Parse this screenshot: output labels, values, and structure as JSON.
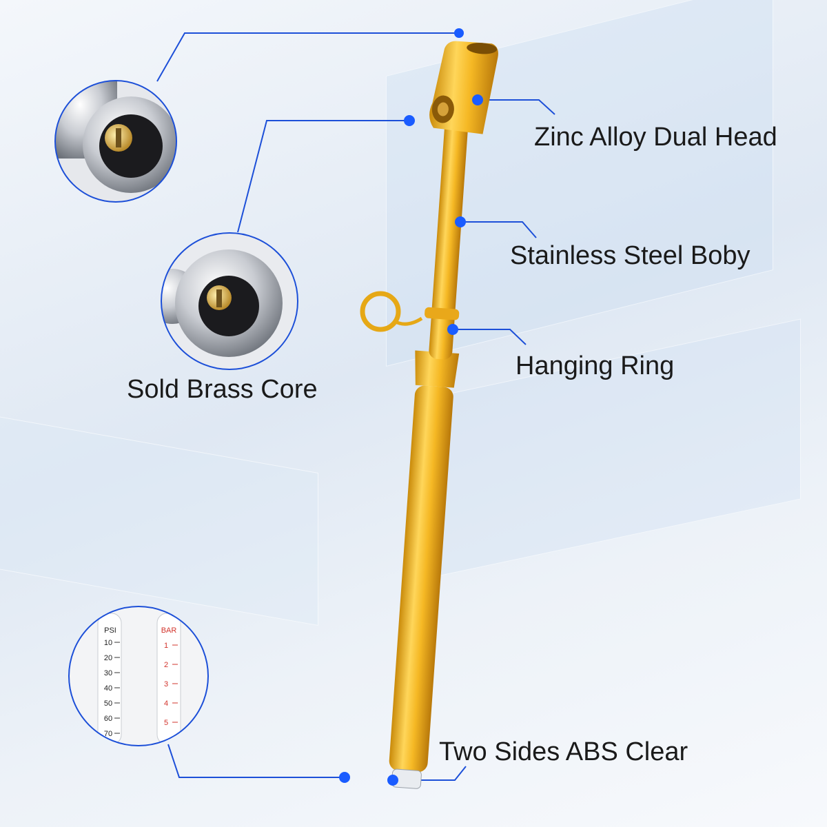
{
  "labels": {
    "zinc": "Zinc Alloy Dual Head",
    "steel": "Stainless Steel Boby",
    "ring": "Hanging Ring",
    "brass": "Sold Brass Core",
    "abs": "Two Sides ABS Clear"
  },
  "gauge_scale": {
    "psi_label": "PSI",
    "bar_label": "BAR",
    "psi_ticks": [
      "10",
      "20",
      "30",
      "40",
      "50",
      "60",
      "70"
    ],
    "bar_ticks": [
      "1",
      "2",
      "3",
      "4",
      "5"
    ]
  },
  "colors": {
    "accent": "#1c4fd8",
    "dot": "#1a5cff",
    "gold": "#f2b21d",
    "bar_red": "#d2332b"
  }
}
